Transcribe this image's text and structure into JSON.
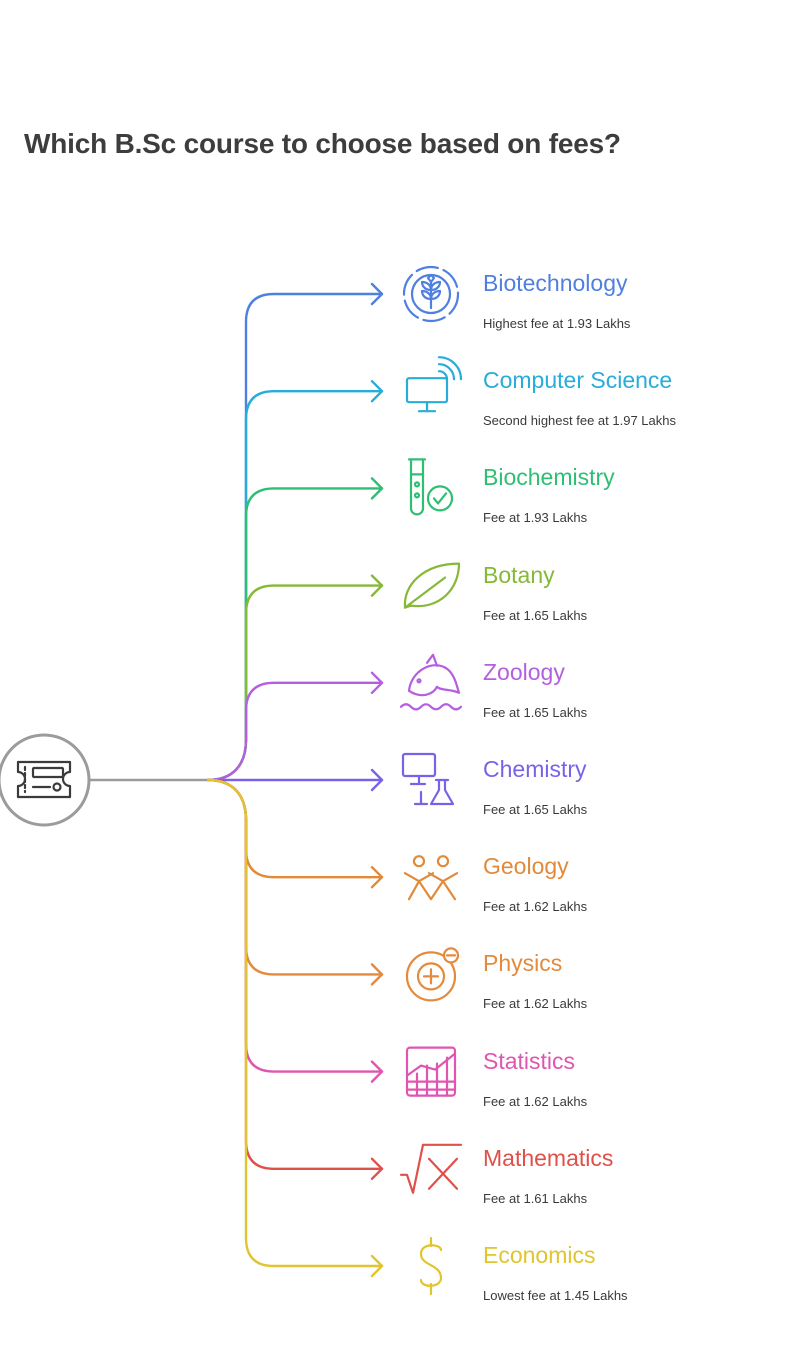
{
  "title": "Which B.Sc course to choose based on fees?",
  "root": {
    "icon": "ticket-icon"
  },
  "courses": [
    {
      "name": "Biotechnology",
      "description": "Highest fee at 1.93 Lakhs",
      "color": "#4f7fe0",
      "icon": "wheat-icon"
    },
    {
      "name": "Computer Science",
      "description": "Second highest fee at 1.97 Lakhs",
      "color": "#28acd9",
      "icon": "smart-monitor-icon"
    },
    {
      "name": "Biochemistry",
      "description": "Fee at 1.93 Lakhs",
      "color": "#2fbf74",
      "icon": "test-tube-check-icon"
    },
    {
      "name": "Botany",
      "description": "Fee at 1.65 Lakhs",
      "color": "#86b935",
      "icon": "leaf-icon"
    },
    {
      "name": "Zoology",
      "description": "Fee at 1.65 Lakhs",
      "color": "#b45fe0",
      "icon": "dolphin-icon"
    },
    {
      "name": "Chemistry",
      "description": "Fee at 1.65 Lakhs",
      "color": "#7a62e8",
      "icon": "computer-flask-icon"
    },
    {
      "name": "Geology",
      "description": "Fee at 1.62 Lakhs",
      "color": "#e08a3a",
      "icon": "people-group-icon"
    },
    {
      "name": "Physics",
      "description": "Fee at 1.62 Lakhs",
      "color": "#e48a3c",
      "icon": "atom-charge-icon"
    },
    {
      "name": "Statistics",
      "description": "Fee at 1.62 Lakhs",
      "color": "#e055b0",
      "icon": "chart-grid-icon"
    },
    {
      "name": "Mathematics",
      "description": "Fee at 1.61 Lakhs",
      "color": "#e0504a",
      "icon": "square-root-icon"
    },
    {
      "name": "Economics",
      "description": "Lowest fee at 1.45 Lakhs",
      "color": "#e0c530",
      "icon": "dollar-icon"
    }
  ]
}
